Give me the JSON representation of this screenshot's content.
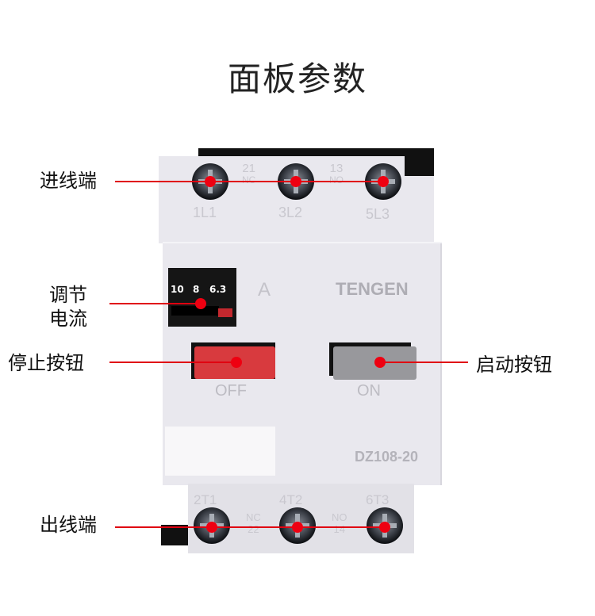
{
  "title": "面板参数",
  "labels": {
    "input": "进线端",
    "adjust_1": "调节",
    "adjust_2": "电流",
    "stop": "停止按钮",
    "start": "启动按钮",
    "output": "出线端"
  },
  "device": {
    "top_terminals": [
      "1L1",
      "3L2",
      "5L3"
    ],
    "top_aux": [
      {
        "num": "21",
        "type": "NC"
      },
      {
        "num": "13",
        "type": "NO"
      }
    ],
    "bottom_terminals": [
      "2T1",
      "4T2",
      "6T3"
    ],
    "bottom_aux": [
      {
        "num": "22",
        "type": "NC"
      },
      {
        "num": "14",
        "type": "NO"
      }
    ],
    "dial_values": [
      "10",
      "8",
      "6.3"
    ],
    "unit": "A",
    "brand": "TENGEN",
    "off_label": "OFF",
    "on_label": "ON",
    "model": "DZ108-20"
  },
  "colors": {
    "accent": "#ee0011",
    "off_button": "#d83a3e",
    "on_button": "#98989c"
  }
}
